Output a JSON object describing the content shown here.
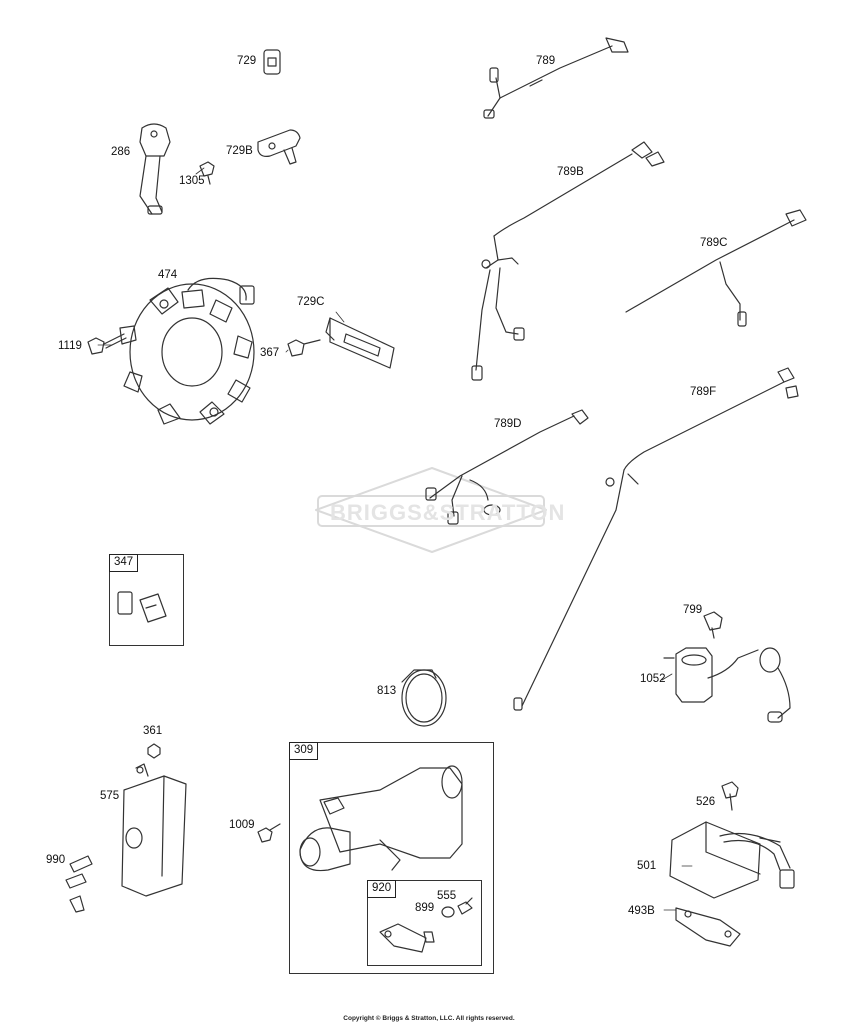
{
  "watermark": "BRIGGS&STRATTON",
  "copyright": "Copyright © Briggs & Stratton, LLC. All rights reserved.",
  "parts": [
    {
      "id": "729",
      "label": "729"
    },
    {
      "id": "286",
      "label": "286"
    },
    {
      "id": "1305",
      "label": "1305"
    },
    {
      "id": "729B",
      "label": "729B"
    },
    {
      "id": "474",
      "label": "474"
    },
    {
      "id": "1119",
      "label": "1119"
    },
    {
      "id": "729C",
      "label": "729C"
    },
    {
      "id": "367",
      "label": "367"
    },
    {
      "id": "789",
      "label": "789"
    },
    {
      "id": "789B",
      "label": "789B"
    },
    {
      "id": "789C",
      "label": "789C"
    },
    {
      "id": "789D",
      "label": "789D"
    },
    {
      "id": "789F",
      "label": "789F"
    },
    {
      "id": "347",
      "label": "347"
    },
    {
      "id": "799",
      "label": "799"
    },
    {
      "id": "1052",
      "label": "1052"
    },
    {
      "id": "813",
      "label": "813"
    },
    {
      "id": "361",
      "label": "361"
    },
    {
      "id": "575",
      "label": "575"
    },
    {
      "id": "990",
      "label": "990"
    },
    {
      "id": "309",
      "label": "309"
    },
    {
      "id": "1009",
      "label": "1009"
    },
    {
      "id": "920",
      "label": "920"
    },
    {
      "id": "555",
      "label": "555"
    },
    {
      "id": "899",
      "label": "899"
    },
    {
      "id": "526",
      "label": "526"
    },
    {
      "id": "501",
      "label": "501"
    },
    {
      "id": "493B",
      "label": "493B"
    }
  ]
}
